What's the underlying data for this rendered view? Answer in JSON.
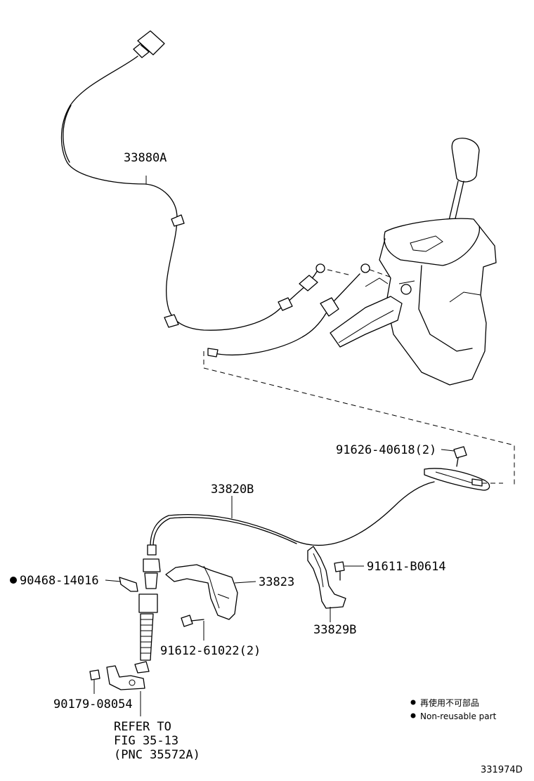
{
  "parts": {
    "p33880a": "33880A",
    "p33820b": "33820B",
    "p91626": "91626-40618(2)",
    "p90468": "90468-14016",
    "p33823": "33823",
    "p91611": "91611-B0614",
    "p33829b": "33829B",
    "p91612": "91612-61022(2)",
    "p90179": "90179-08054"
  },
  "refer": {
    "line1": "REFER TO",
    "line2": "FIG 35-13",
    "line3": "(PNC 35572A)"
  },
  "legend": {
    "jp": "再使用不可部品",
    "en": "Non-reusable part"
  },
  "diagram_code": "331974D",
  "colors": {
    "ink": "#000000",
    "background": "#ffffff"
  }
}
